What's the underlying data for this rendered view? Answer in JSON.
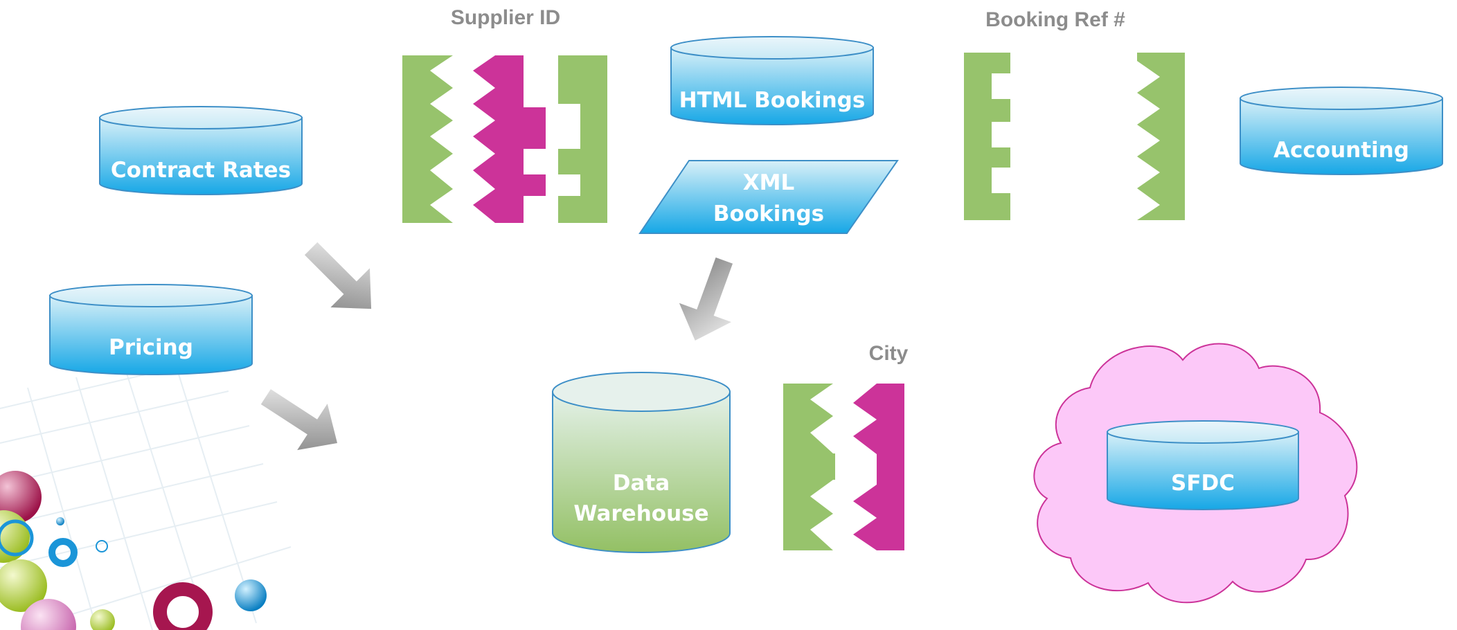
{
  "labels": {
    "supplier_id": "Supplier ID",
    "booking_ref": "Booking Ref #",
    "city": "City"
  },
  "databases": {
    "contract_rates": "Contract Rates",
    "pricing": "Pricing",
    "html_bookings": "HTML Bookings",
    "accounting": "Accounting",
    "sfdc": "SFDC",
    "data_warehouse_line1": "Data",
    "data_warehouse_line2": "Warehouse"
  },
  "xml_bookings": {
    "line1": "XML",
    "line2": "Bookings"
  },
  "colors": {
    "cylinder_blue_top": "#d8f0f8",
    "cylinder_blue_bottom": "#16a7e6",
    "cylinder_green_top": "#e4f1e9",
    "cylinder_green_bottom": "#93c064",
    "connector_green": "#97c36c",
    "connector_magenta": "#cc3399",
    "cloud_fill": "#fcc8f8",
    "cloud_stroke": "#cc3399",
    "arrow_grey": "#8a8a8a",
    "label_grey": "#8c8c8c"
  },
  "icons": {
    "arrows": "down-right-arrow, down-left-arrow",
    "connectors": "puzzle-connector",
    "cloud": "cloud-icon"
  }
}
